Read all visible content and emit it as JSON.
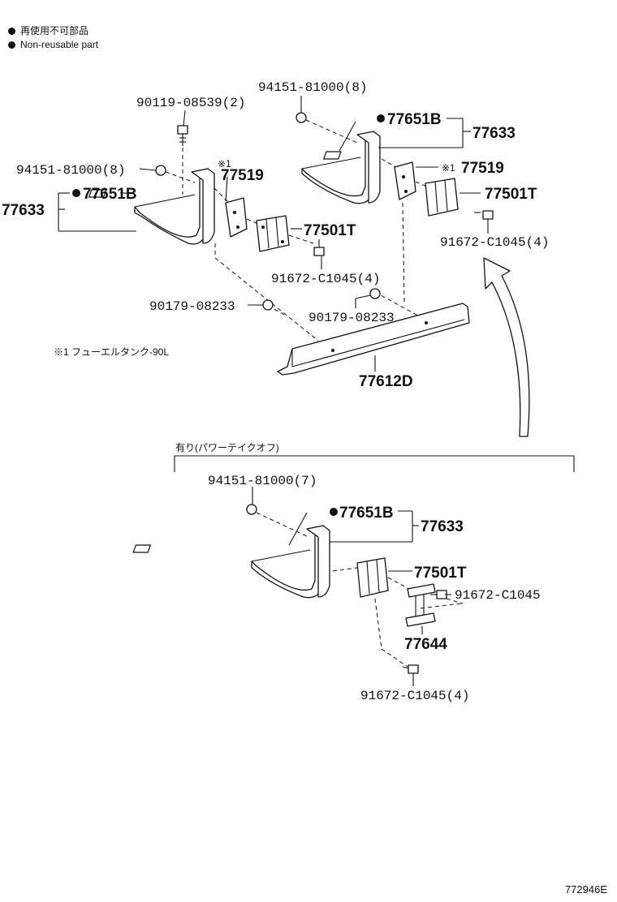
{
  "legend": [
    {
      "text": "再使用不可部品"
    },
    {
      "text": "Non-reusable part"
    }
  ],
  "labels": {
    "bolt_90119": "90119-08539(2)",
    "nut_94151_left": "94151-81000(8)",
    "nut_94151_top": "94151-81000(8)",
    "nut_94151_bottom": "94151-81000(7)",
    "bracket_77651b_left": "77651B",
    "bracket_77651b_right": "77651B",
    "bracket_77651b_bottom": "77651B",
    "bracket_77633_left": "77633",
    "bracket_77633_right": "77633",
    "bracket_77633_bottom": "77633",
    "mark_77519_left": "※1",
    "part_77519_left": "77519",
    "mark_77519_right": "※1",
    "part_77519_right": "77519",
    "part_77501t_left": "77501T",
    "part_77501t_right": "77501T",
    "part_77501t_bottom": "77501T",
    "bolt_91672_left": "91672-C1045(4)",
    "bolt_91672_right": "91672-C1045(4)",
    "bolt_91672_bottom": "91672-C1045(4)",
    "bolt_91672_single": "91672-C1045",
    "clip_90179_left": "90179-08233",
    "clip_90179_right": "90179-08233",
    "cover_77612d": "77612D",
    "part_77644": "77644",
    "note_fuel_tank": "※1 フューエルタンク-90L",
    "note_power_takeoff": "有り(パワーテイクオフ)"
  },
  "diagram_id": "772946E"
}
